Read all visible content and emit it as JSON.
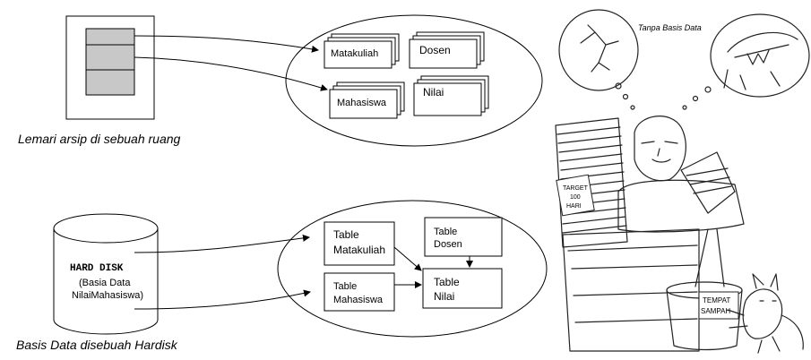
{
  "top": {
    "caption": "Lemari arsip di sebuah ruang",
    "files": [
      "Matakuliah",
      "Dosen",
      "Mahasiswa",
      "Nilai"
    ]
  },
  "bottom": {
    "caption": "Basis Data disebuah Hardisk",
    "disk_title": "HARD DISK",
    "disk_sub1": "(Basia Data",
    "disk_sub2": "NilaiMahasiswa)",
    "tables": {
      "matakuliah": [
        "Table",
        "Matakuliah"
      ],
      "dosen": [
        "Table",
        "Dosen"
      ],
      "mahasiswa": [
        "Table",
        "Mahasiswa"
      ],
      "nilai": [
        "Table",
        "Nilai"
      ]
    }
  },
  "cartoon": {
    "caption": "Tanpa Basis Data",
    "stack_label_1": "TARGET",
    "stack_label_2": "100",
    "stack_label_3": "HARI",
    "bin_label_1": "TEMPAT",
    "bin_label_2": "SAMPAH"
  }
}
